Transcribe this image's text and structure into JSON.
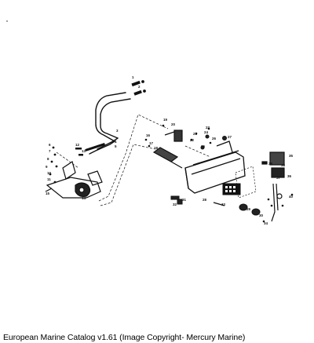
{
  "caption": "European Marine Catalog v1.61 (Image Copyright- Mercury Marine)",
  "diagram": {
    "part_labels": [
      "1",
      "2",
      "3",
      "4",
      "5",
      "6",
      "7",
      "8",
      "9",
      "10",
      "11",
      "12",
      "13",
      "14",
      "15",
      "16",
      "17",
      "18",
      "19",
      "20",
      "21",
      "22",
      "23",
      "24",
      "25",
      "26",
      "27",
      "28",
      "29",
      "30",
      "31",
      "32",
      "33",
      "34",
      "35",
      "36",
      "37",
      "38",
      "39",
      "40"
    ]
  },
  "colors": {
    "background": "#ffffff",
    "ink": "#111111"
  }
}
